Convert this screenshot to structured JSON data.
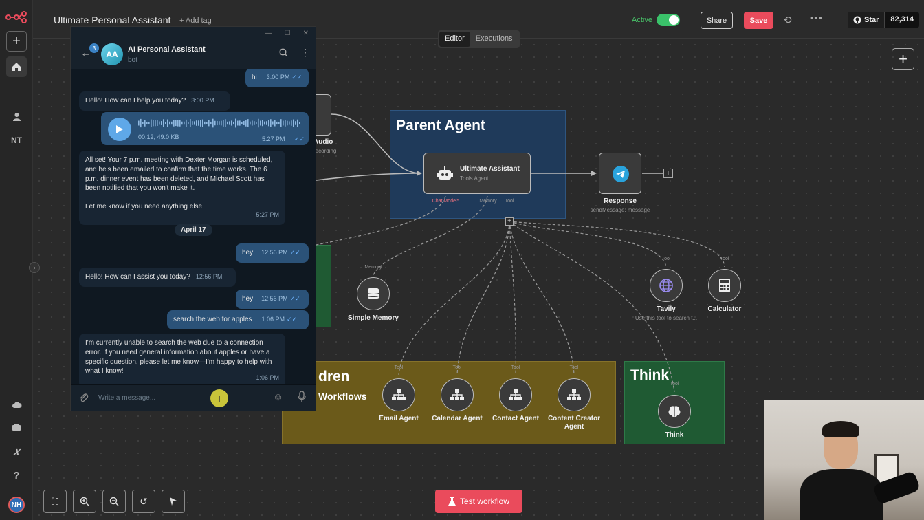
{
  "app": {
    "title": "Ultimate Personal Assistant",
    "add_tag": "+ Add tag",
    "active_label": "Active",
    "share": "Share",
    "save": "Save",
    "github_star": "Star",
    "github_count": "82,314",
    "rail_initials": "NT",
    "user_initials": "NH"
  },
  "tabs": [
    "Editor",
    "Executions"
  ],
  "test_workflow": "Test workflow",
  "stickies": {
    "parent": "Parent Agent",
    "children": "dren",
    "children_sub": "Workflows",
    "think": "Think"
  },
  "nodes": {
    "audio_label": "Audio",
    "audio_sub": "recording",
    "agent_title": "Ultimate Assistant",
    "agent_sub": "Tools Agent",
    "port_chat": "Chat Model*",
    "port_memory": "Memory",
    "port_tool": "Tool",
    "response_title": "Response",
    "response_sub": "sendMessage: message",
    "memory_tag": "Memory",
    "simple_memory": "Simple Memory",
    "tool_tag": "Tool",
    "tavily": "Tavily",
    "tavily_sub": "Use this tool to search t...",
    "calculator": "Calculator",
    "email_agent": "Email Agent",
    "calendar_agent": "Calendar Agent",
    "contact_agent": "Contact Agent",
    "content_creator_1": "Content Creator",
    "content_creator_2": "Agent",
    "think_node": "Think"
  },
  "chat": {
    "name": "AI Personal Assistant",
    "status": "bot",
    "avatar": "AA",
    "badge": "3",
    "placeholder": "Write a message...",
    "date_divider": "April 17",
    "voice_meta": "00:12, 49.0 KB",
    "messages": [
      {
        "text": "hi",
        "time": "3:00 PM"
      },
      {
        "text": "Hello! How can I help you today?",
        "time": "3:00 PM"
      },
      {
        "text": "",
        "time": "5:27 PM"
      },
      {
        "text": "All set! Your 7 p.m. meeting with Dexter Morgan is scheduled, and he's been emailed to confirm that the time works. The 6 p.m. dinner event has been deleted, and Michael Scott has been notified that you won't make it.",
        "text2": "Let me know if you need anything else!",
        "time": "5:27 PM"
      },
      {
        "text": "hey",
        "time": "12:56 PM"
      },
      {
        "text": "Hello! How can I assist you today?",
        "time": "12:56 PM"
      },
      {
        "text": "hey",
        "time": "12:56 PM"
      },
      {
        "text": "search the web for apples",
        "time": "1:06 PM"
      },
      {
        "text": "I'm currently unable to search the web due to a connection error. If you need general information about apples or have a specific question, please let me know—I'm happy to help with what I know!",
        "time": "1:06 PM"
      }
    ]
  },
  "colors": {
    "accent": "#ea4b5c",
    "active": "#3ac26a",
    "parent_sticky": "#1f3a5a",
    "children_sticky": "#6b5a1a",
    "think_sticky": "#1f5a33"
  }
}
